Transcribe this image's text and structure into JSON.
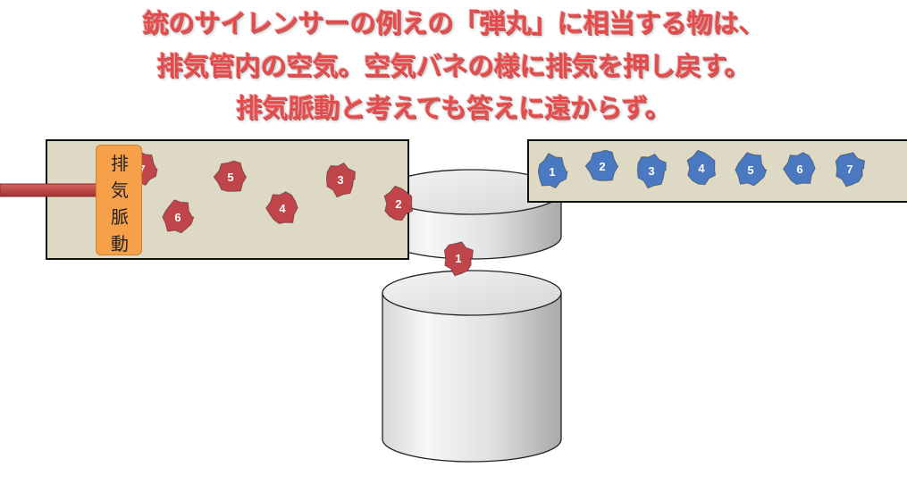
{
  "title_lines": [
    "銃のサイレンサーの例えの「弾丸」に相当する物は、",
    "排気管内の空気。空気バネの様に排気を押し戻す。",
    "排気脈動と考えても答えに遠からず。"
  ],
  "pulse_label": [
    "排",
    "気",
    "脈",
    "動"
  ],
  "colors": {
    "headline": "#e14b4b",
    "red_blob": "#c0454a",
    "blue_blob": "#4a79c2",
    "pipe_fill": "#ddd9c4",
    "pulse_box": "#f6a14a",
    "arrow": "#c0504d"
  },
  "red_blobs": [
    "7",
    "5",
    "3",
    "2",
    "6",
    "4",
    "1"
  ],
  "blue_blobs": [
    "1",
    "2",
    "3",
    "4",
    "5",
    "6",
    "7"
  ]
}
